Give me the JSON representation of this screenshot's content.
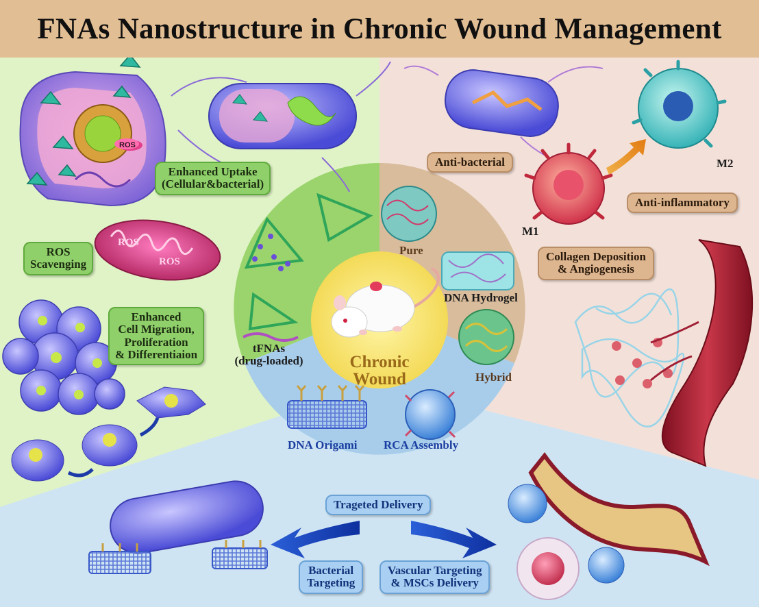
{
  "title": "FNAs Nanostructure in Chronic Wound Management",
  "center": {
    "line1": "Chronic",
    "line2": "Wound"
  },
  "left_panel": {
    "enhanced_uptake": [
      "Enhanced Uptake",
      "(Cellular&bacterial)"
    ],
    "ros_scavenging": [
      "ROS",
      "Scavenging"
    ],
    "cell_migration": [
      "Enhanced",
      "Cell Migration,",
      "Proliferation",
      "& Differentiaion"
    ],
    "ros_tag": "ROS"
  },
  "right_panel": {
    "anti_bacterial": "Anti-bacterial",
    "anti_inflammatory": "Anti-inflammatory",
    "m1": "M1",
    "m2": "M2",
    "collagen": [
      "Collagen Deposition",
      "& Angiogenesis"
    ]
  },
  "inner_ring": {
    "tfnas": [
      "tFNAs",
      "(drug-loaded)"
    ],
    "pure": "Pure",
    "dna_hydrogel": "DNA Hydrogel",
    "hybrid": "Hybrid",
    "dna_origami": "DNA Origami",
    "rca_assembly": "RCA Assembly"
  },
  "bottom_panel": {
    "targeted_delivery": "Trageted Delivery",
    "bacterial_targeting": [
      "Bacterial",
      "Targeting"
    ],
    "vascular_targeting": [
      "Vascular Targeting",
      "& MSCs Delivery"
    ]
  },
  "colors": {
    "header": "#e2be94",
    "left_bg": "#dff3c6",
    "right_bg": "#f3e1d9",
    "bottom_bg": "#cfe4f3",
    "ring_green": "#9bd46c",
    "ring_tan": "#d9bc9c",
    "ring_blue": "#a8cdeb",
    "center_yellow": "#f5df62"
  }
}
